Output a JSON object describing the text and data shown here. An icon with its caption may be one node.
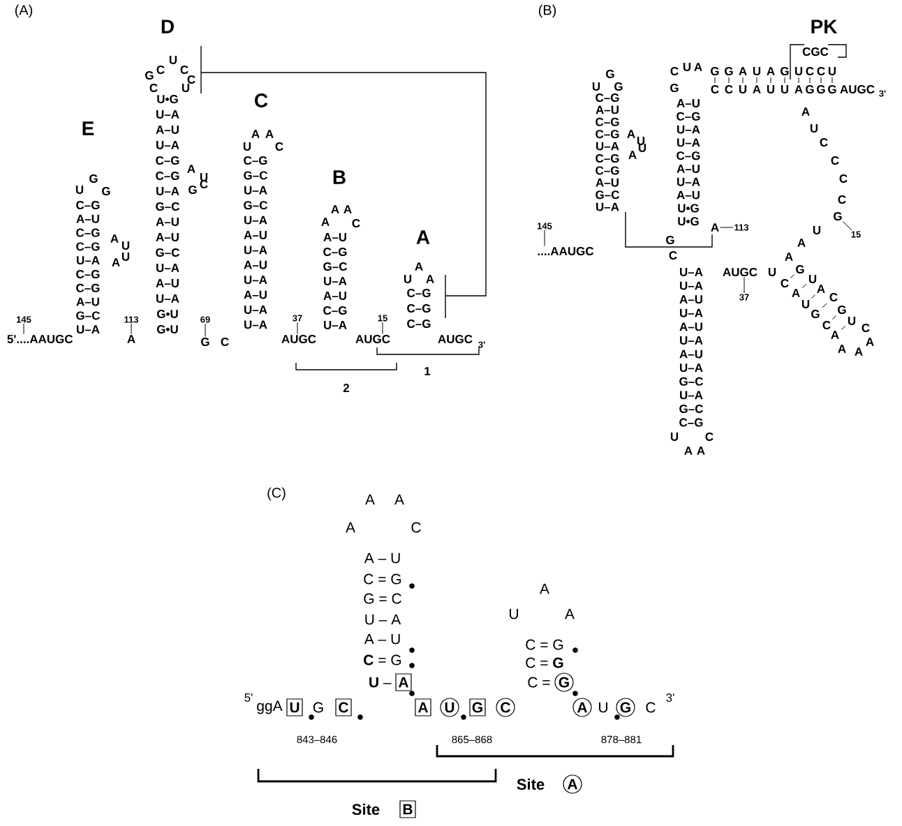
{
  "diagram": {
    "nodes": [
      {
        "text": [
          "145"
        ]
      },
      {
        "text": [
          "113"
        ]
      },
      {
        "text": [
          "A"
        ]
      },
      {
        "text": [
          "69"
        ]
      },
      {
        "text": [
          "G"
        ]
      },
      {
        "text": [
          "37"
        ]
      },
      {
        "text": [
          "15"
        ]
      },
      {
        "text": [
          "145"
        ]
      },
      {
        "text": [
          "37"
        ]
      },
      {
        "text": [
          "15"
        ]
      },
      {
        "text": [
          "G"
        ]
      },
      {
        "text": [
          "113"
        ]
      },
      {
        "text": [
          "A"
        ]
      },
      {
        "text": [
          "5'....AAUGC"
        ]
      },
      {
        "text": [
          "AUGC"
        ]
      },
      {
        "text": [
          "AUGC"
        ]
      },
      {
        "text": [
          "....AAUGC"
        ]
      },
      {
        "text": [
          "AUGC"
        ]
      }
    ],
    "edges": [
      {
        "from": 0,
        "to": 13,
        "arrow": "none"
      },
      {
        "from": 1,
        "to": 2,
        "arrow": "none"
      },
      {
        "from": 3,
        "to": 4,
        "arrow": "none"
      },
      {
        "from": 5,
        "to": 14,
        "arrow": "none"
      },
      {
        "from": 6,
        "to": 15,
        "arrow": "none"
      },
      {
        "from": 7,
        "to": 16,
        "arrow": "none"
      },
      {
        "from": 8,
        "to": 17,
        "arrow": "none"
      },
      {
        "from": 9,
        "to": 10,
        "arrow": "none"
      },
      {
        "from": 11,
        "to": 12,
        "arrow": "none"
      }
    ],
    "labels": [
      "(A)",
      "D",
      "E",
      "C",
      "B",
      "A",
      "C",
      "U",
      "C",
      "G",
      "C",
      "C",
      "U",
      "U•G",
      "U–A",
      "A–U",
      "U–A",
      "C–G",
      "C–G",
      "U–A",
      "G–C",
      "A–U",
      "A–U",
      "G–C",
      "U–A",
      "A–U",
      "U–A",
      "G•U",
      "G•U",
      "A",
      "U",
      "G",
      "C",
      "G",
      "U",
      "G",
      "C–G",
      "A–U",
      "C–G",
      "C–G",
      "U–A",
      "C–G",
      "C–G",
      "A–U",
      "G–C",
      "U–A",
      "A",
      "U",
      "A",
      "U",
      "C",
      "U",
      "A",
      "A",
      "C",
      "C–G",
      "G–C",
      "U–A",
      "G–C",
      "U–A",
      "A–U",
      "U–A",
      "A–U",
      "U–A",
      "A–U",
      "U–A",
      "U–A",
      "A",
      "A",
      "A",
      "C",
      "A–U",
      "C–G",
      "G–C",
      "U–A",
      "A–U",
      "C–G",
      "U–A",
      "A",
      "U",
      "A",
      "C–G",
      "C–G",
      "C–G",
      "AUGC",
      "3'",
      "1",
      "2",
      "(B)",
      "PK",
      "G",
      "U",
      "G",
      "C–G",
      "A–U",
      "C–G",
      "C–G",
      "U–A",
      "C–G",
      "C–G",
      "A–U",
      "G–C",
      "U–A",
      "A",
      "U",
      "A",
      "U",
      "C",
      "U",
      "A",
      "G",
      "G",
      "G",
      "A",
      "U",
      "A",
      "G",
      "CGC",
      "U",
      "C",
      "C",
      "U",
      "C",
      "C",
      "U",
      "A",
      "U",
      "U",
      "A",
      "G",
      "G",
      "G",
      "AUGC",
      "3'",
      "A–U",
      "C–G",
      "U–A",
      "U–A",
      "C–G",
      "A–U",
      "U–A",
      "A–U",
      "U•G",
      "U•G",
      "G",
      "C",
      "U–A",
      "U–A",
      "A–U",
      "U–A",
      "A–U",
      "U–A",
      "A–U",
      "U–A",
      "G–C",
      "U–A",
      "G–C",
      "C–G",
      "U",
      "A",
      "A",
      "C",
      "A",
      "U",
      "C",
      "C",
      "C",
      "C",
      "U",
      "A",
      "A",
      "U",
      "C",
      "A",
      "U",
      "G",
      "C",
      "A",
      "A",
      "A",
      "A",
      "C",
      "U",
      "G",
      "C",
      "A",
      "U",
      "G",
      "(C)",
      "A",
      "A",
      "A",
      "C",
      "A – U",
      "C = G",
      "G = C",
      "U – A",
      "A – U",
      "**C** = G",
      "**U** –",
      "A",
      "A",
      "U",
      "A",
      "C = G",
      "C = **G**",
      "C =",
      "G",
      "5'",
      "ggA",
      "U",
      "G",
      "C",
      "A",
      "U",
      "G",
      "C",
      "A",
      "U",
      "G",
      "C",
      "3'",
      "843–846",
      "865–868",
      "878–881",
      "Site",
      "A",
      "Site",
      "B"
    ]
  }
}
